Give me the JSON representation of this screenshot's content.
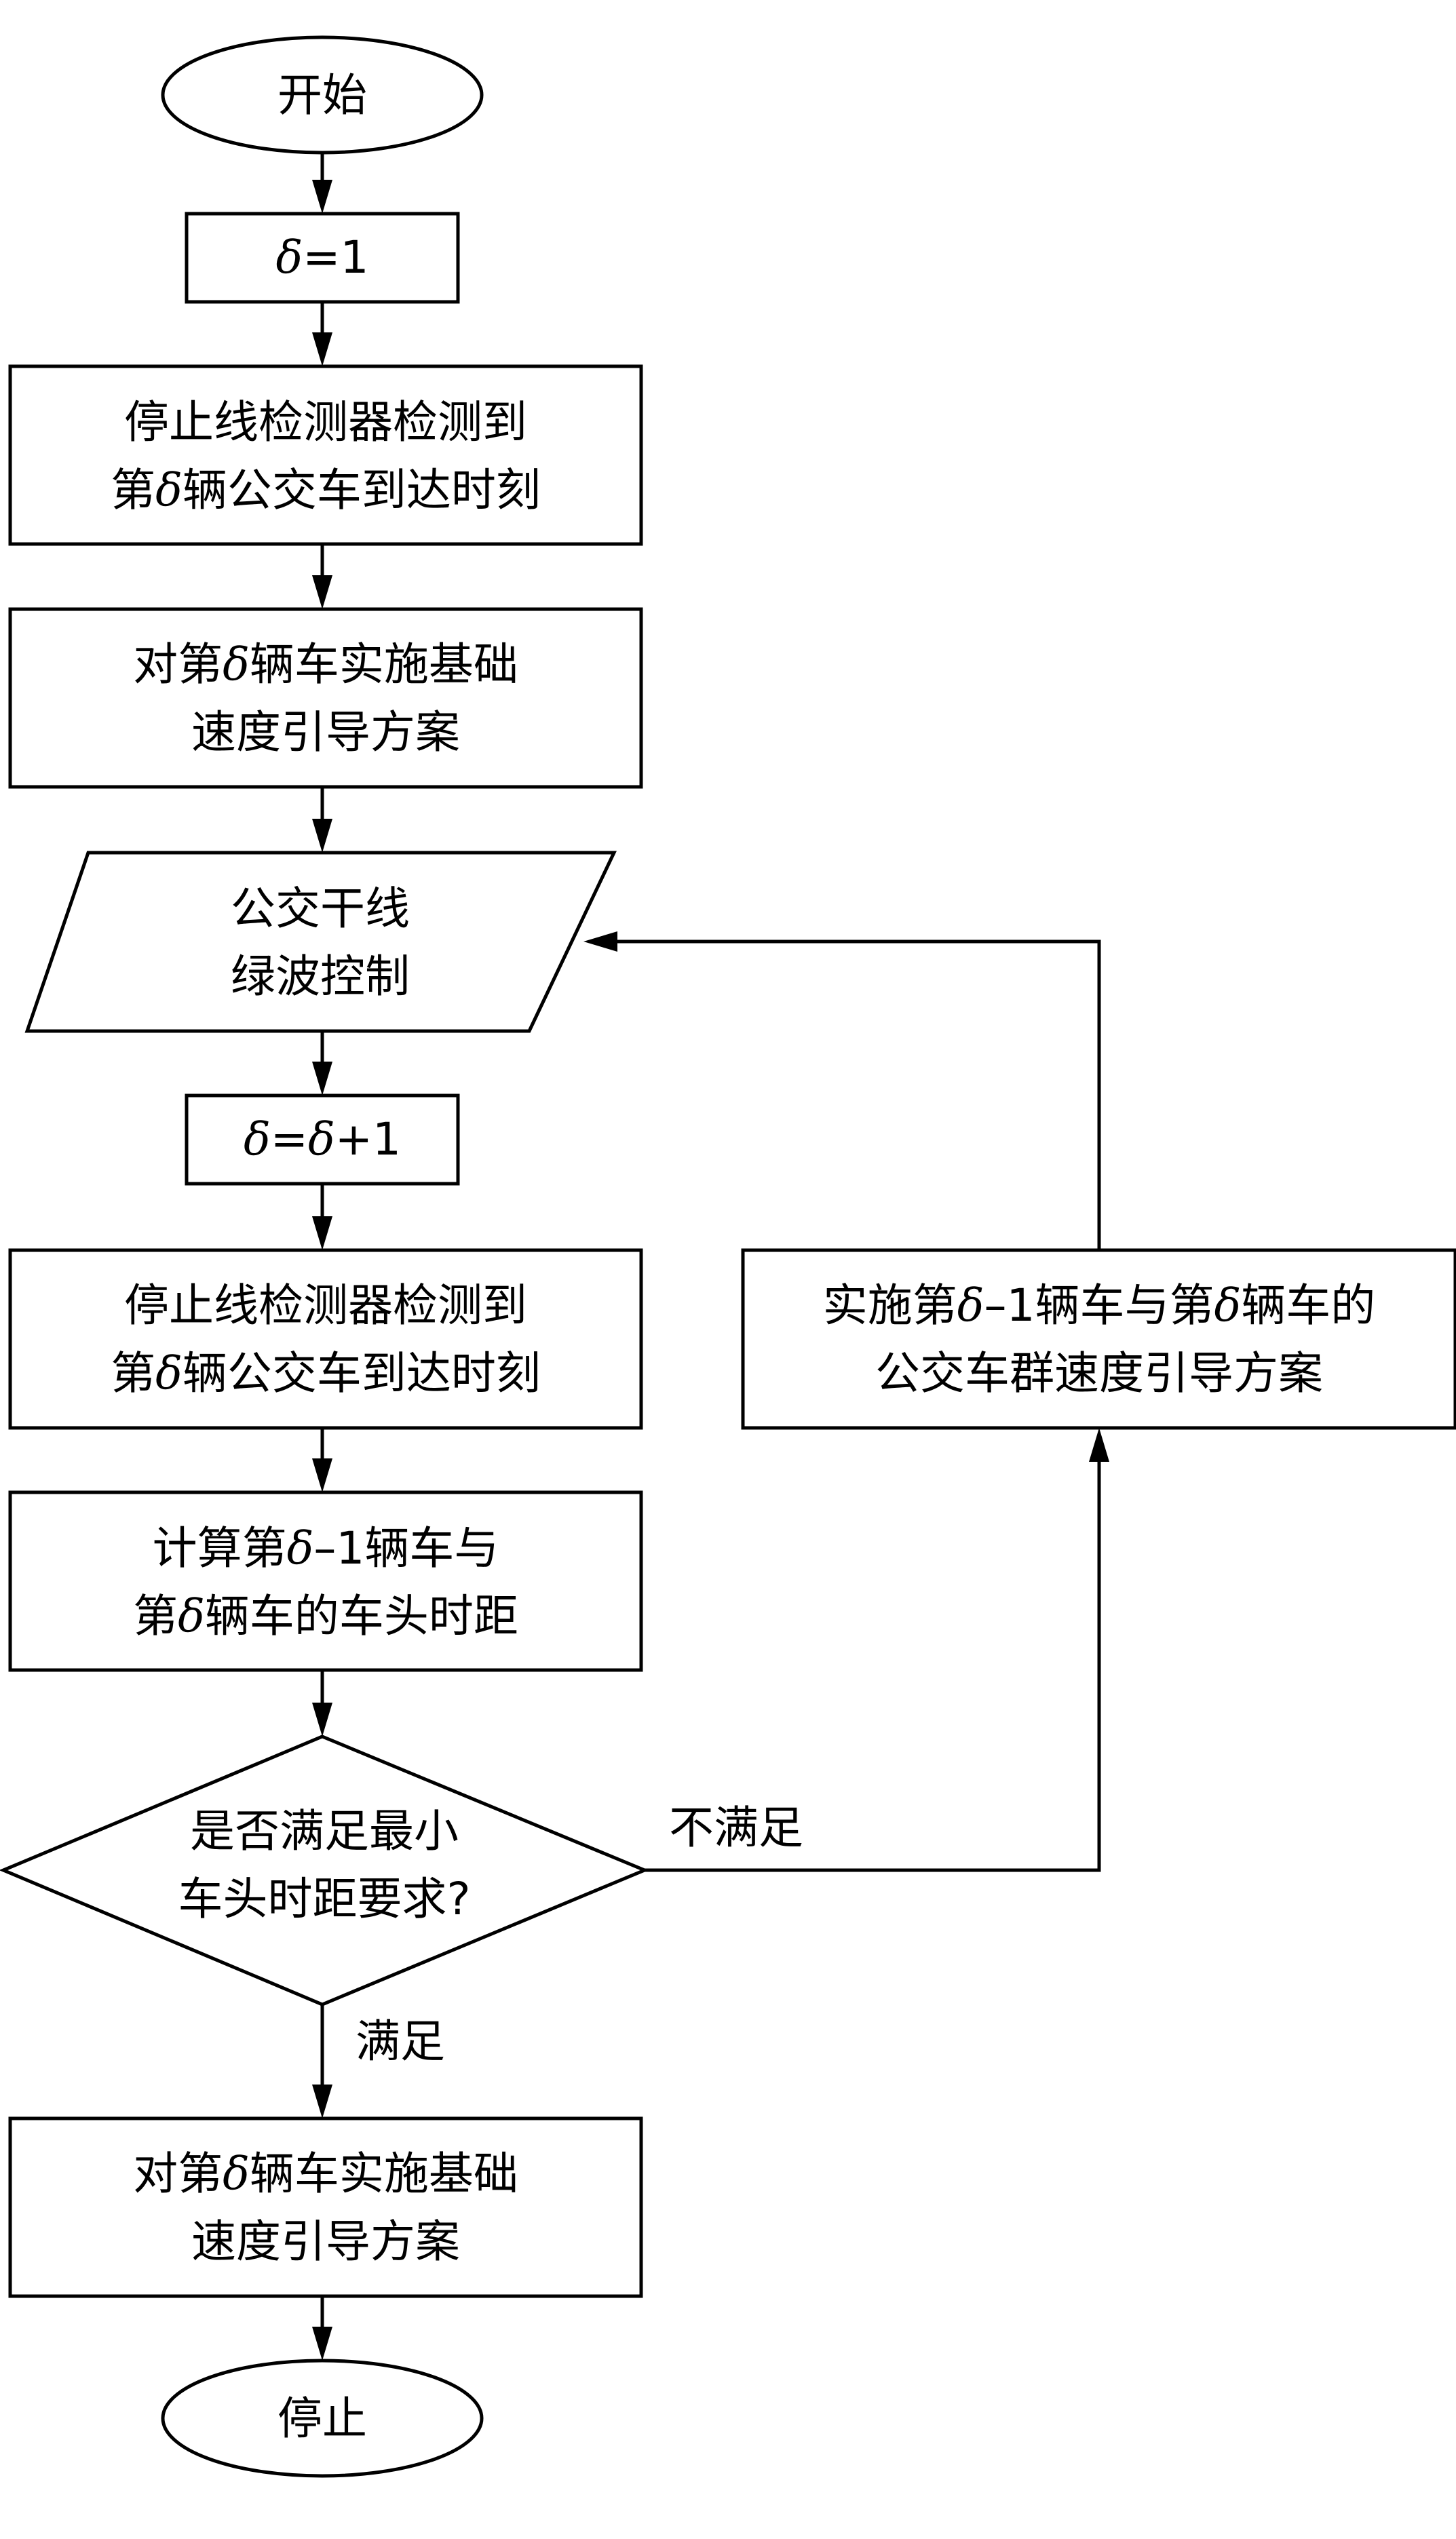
{
  "flowchart": {
    "start": "开始",
    "init": {
      "var": "δ",
      "rest": "=1"
    },
    "detect1": {
      "line1": "停止线检测器检测到",
      "line2_a": "第",
      "line2_var": "δ",
      "line2_b": "辆公交车到达时刻"
    },
    "base_guidance1": {
      "line1_a": "对第",
      "line1_var": "δ",
      "line1_b": "辆车实施基础",
      "line2": "速度引导方案"
    },
    "green_wave": {
      "line1": "公交干线",
      "line2": "绿波控制"
    },
    "increment": {
      "var1": "δ",
      "eq": "=",
      "var2": "δ",
      "rest": "+1"
    },
    "detect2": {
      "line1": "停止线检测器检测到",
      "line2_a": "第",
      "line2_var": "δ",
      "line2_b": "辆公交车到达时刻"
    },
    "compute_headway": {
      "line1_a": "计算第",
      "line1_var": "δ",
      "line1_b": "–1辆车与",
      "line2_a": "第",
      "line2_var": "δ",
      "line2_b": "辆车的车头时距"
    },
    "decision": {
      "line1": "是否满足最小",
      "line2": "车头时距要求?"
    },
    "no_label": "不满足",
    "yes_label": "满足",
    "group_guidance": {
      "line1_a": "实施第",
      "line1_var": "δ",
      "line1_b": "–1辆车与第",
      "line1_var2": "δ",
      "line1_c": "辆车的",
      "line2": "公交车群速度引导方案"
    },
    "base_guidance2": {
      "line1_a": "对第",
      "line1_var": "δ",
      "line1_b": "辆车实施基础",
      "line2": "速度引导方案"
    },
    "stop": "停止"
  }
}
